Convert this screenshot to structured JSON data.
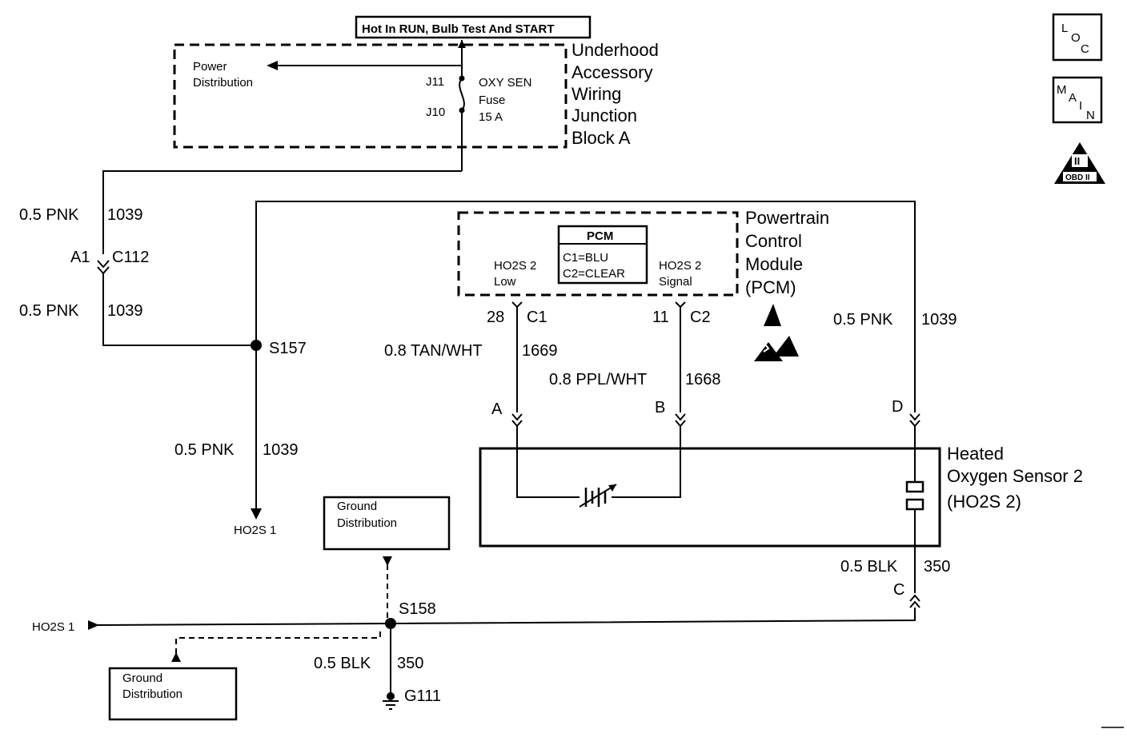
{
  "header": {
    "power_note": "Hot In RUN, Bulb Test And START"
  },
  "fuse_block": {
    "name_lines": [
      "Underhood",
      "Accessory",
      "Wiring",
      "Junction",
      "Block A"
    ],
    "power_dist_lines": [
      "Power",
      "Distribution"
    ],
    "terminal_top": "J11",
    "terminal_bottom": "J10",
    "fuse_lines": [
      "OXY SEN",
      "Fuse",
      "15 A"
    ]
  },
  "left_circuit": {
    "wire1_size": "0.5 PNK",
    "wire1_num": "1039",
    "conn_pin": "A1",
    "conn_id": "C112",
    "wire2_size": "0.5 PNK",
    "wire2_num": "1039",
    "splice": "S157",
    "wire3_size": "0.5 PNK",
    "wire3_num": "1039",
    "dest": "HO2S 1"
  },
  "pcm": {
    "name_lines": [
      "Powertrain",
      "Control",
      "Module",
      "(PCM)"
    ],
    "box_title": "PCM",
    "box_lines": [
      "C1=BLU",
      "C2=CLEAR"
    ],
    "low_lines": [
      "HO2S 2",
      "Low"
    ],
    "signal_lines": [
      "HO2S 2",
      "Signal"
    ],
    "pin_c1": "28",
    "conn_c1": "C1",
    "pin_c2": "11",
    "conn_c2": "C2"
  },
  "wires": {
    "tan_size": "0.8 TAN/WHT",
    "tan_num": "1669",
    "ppl_size": "0.8 PPL/WHT",
    "ppl_num": "1668",
    "right_size": "0.5 PNK",
    "right_num": "1039",
    "blk_size": "0.5 BLK",
    "blk_num": "350",
    "gnd_size": "0.5 BLK",
    "gnd_num": "350"
  },
  "sensor": {
    "name_lines": [
      "Heated",
      "Oxygen Sensor 2",
      "(HO2S 2)"
    ],
    "pin_a": "A",
    "pin_b": "B",
    "pin_c": "C",
    "pin_d": "D"
  },
  "ground": {
    "dist_top_lines": [
      "Ground",
      "Distribution"
    ],
    "dist_bottom_lines": [
      "Ground",
      "Distribution"
    ],
    "splice": "S158",
    "source": "HO2S 1",
    "ground_id": "G111"
  },
  "side_icons": {
    "loc_letters": [
      "L",
      "O",
      "C"
    ],
    "main_letters": [
      "M",
      "A",
      "I",
      "N"
    ],
    "obd_roman": "II",
    "obd_label": "OBD II"
  }
}
